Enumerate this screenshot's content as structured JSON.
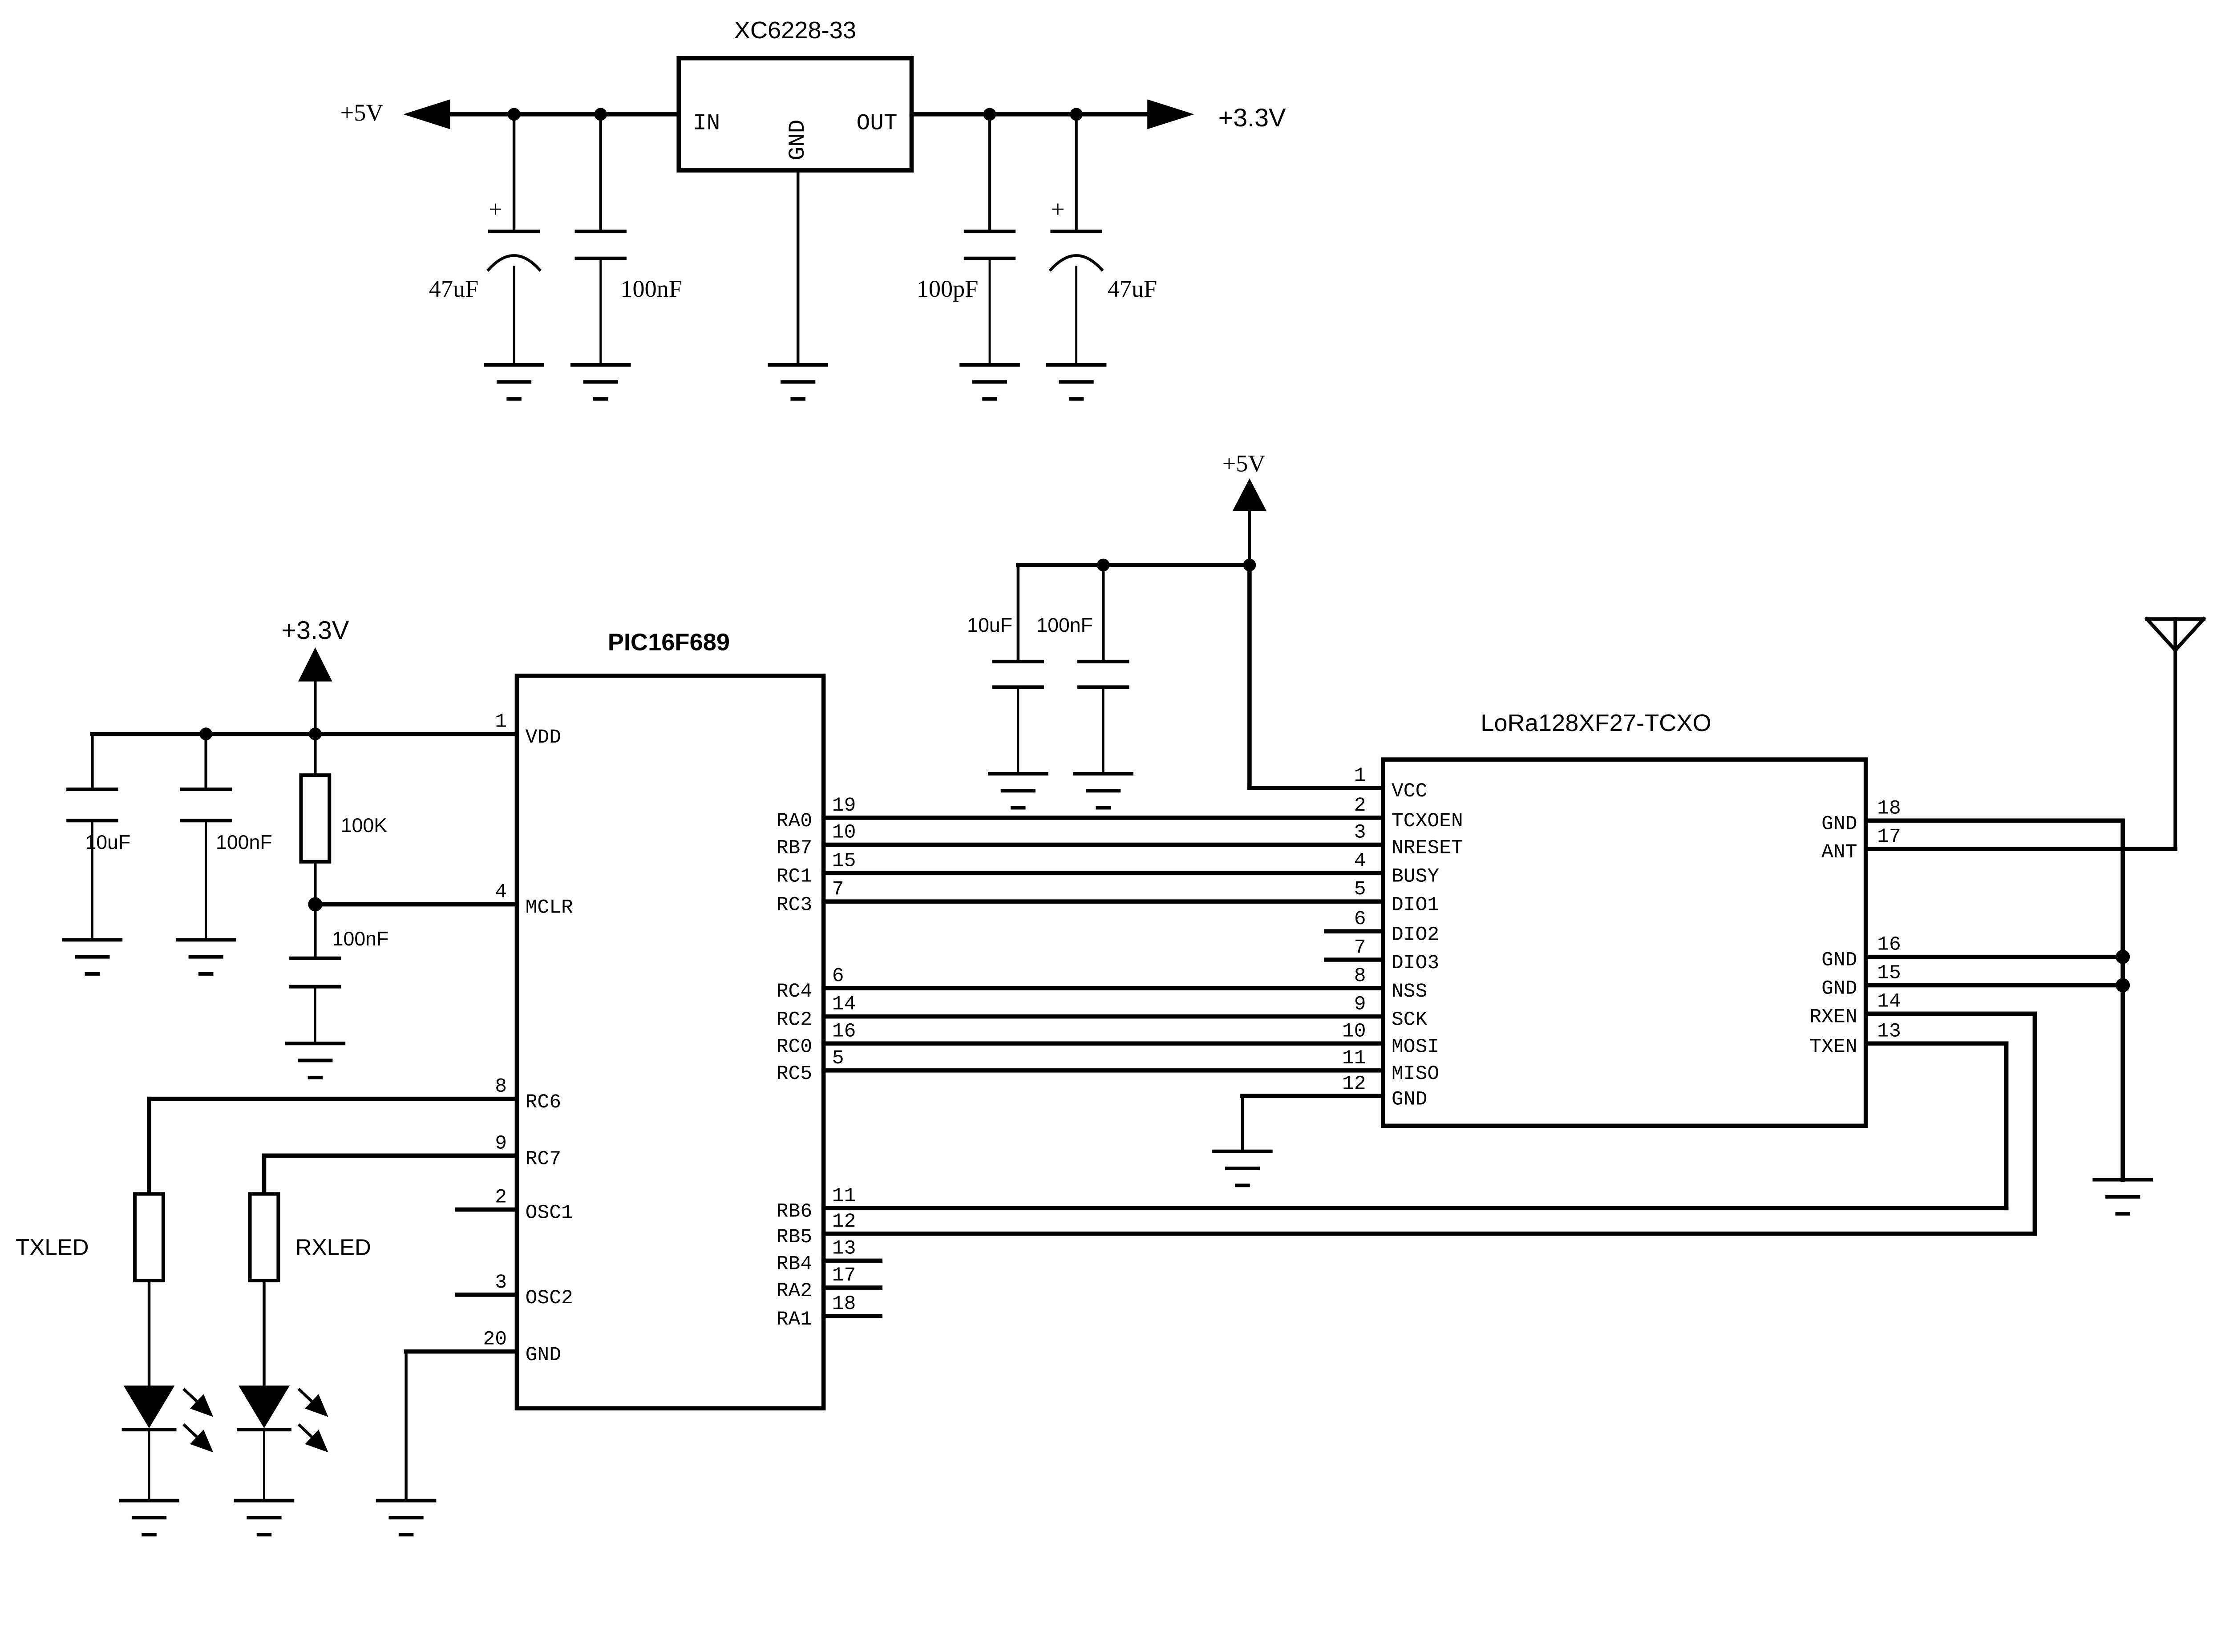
{
  "colors": {
    "ink": "#000000",
    "paper": "#ffffff"
  },
  "regulator": {
    "title": "XC6228-33",
    "pin_in": "IN",
    "pin_gnd": "GND",
    "pin_out": "OUT",
    "input_rail": "+5V",
    "output_rail": "+3.3V",
    "plus": "+",
    "caps": [
      {
        "value": "47uF",
        "polarized": true
      },
      {
        "value": "100nF",
        "polarized": false
      },
      {
        "value": "100pF",
        "polarized": false
      },
      {
        "value": "47uF",
        "polarized": true
      }
    ]
  },
  "supply33": {
    "label": "+3.3V",
    "cap1": "10uF",
    "cap2": "100nF",
    "resistor": "100K",
    "cap3": "100nF"
  },
  "supply5": {
    "label": "+5V",
    "cap1": "10uF",
    "cap2": "100nF"
  },
  "leds": {
    "tx": "TXLED",
    "rx": "RXLED"
  },
  "mcu": {
    "title": "PIC16F689",
    "left_pins": [
      {
        "num": "1",
        "name": "VDD"
      },
      {
        "num": "4",
        "name": "MCLR"
      },
      {
        "num": "8",
        "name": "RC6"
      },
      {
        "num": "9",
        "name": "RC7"
      },
      {
        "num": "2",
        "name": "OSC1"
      },
      {
        "num": "3",
        "name": "OSC2"
      },
      {
        "num": "20",
        "name": "GND"
      }
    ],
    "right_pins": [
      {
        "num": "19",
        "name": "RA0"
      },
      {
        "num": "10",
        "name": "RB7"
      },
      {
        "num": "15",
        "name": "RC1"
      },
      {
        "num": "7",
        "name": "RC3"
      },
      {
        "num": "6",
        "name": "RC4"
      },
      {
        "num": "14",
        "name": "RC2"
      },
      {
        "num": "16",
        "name": "RC0"
      },
      {
        "num": "5",
        "name": "RC5"
      },
      {
        "num": "11",
        "name": "RB6"
      },
      {
        "num": "12",
        "name": "RB5"
      },
      {
        "num": "13",
        "name": "RB4"
      },
      {
        "num": "17",
        "name": "RA2"
      },
      {
        "num": "18",
        "name": "RA1"
      }
    ]
  },
  "lora": {
    "title": "LoRa128XF27-TCXO",
    "left_pins": [
      {
        "num": "1",
        "name": "VCC"
      },
      {
        "num": "2",
        "name": "TCXOEN"
      },
      {
        "num": "3",
        "name": "NRESET"
      },
      {
        "num": "4",
        "name": "BUSY"
      },
      {
        "num": "5",
        "name": "DIO1"
      },
      {
        "num": "6",
        "name": "DIO2"
      },
      {
        "num": "7",
        "name": "DIO3"
      },
      {
        "num": "8",
        "name": "NSS"
      },
      {
        "num": "9",
        "name": "SCK"
      },
      {
        "num": "10",
        "name": "MOSI"
      },
      {
        "num": "11",
        "name": "MISO"
      },
      {
        "num": "12",
        "name": "GND"
      }
    ],
    "right_pins": [
      {
        "num": "18",
        "name": "GND"
      },
      {
        "num": "17",
        "name": "ANT"
      },
      {
        "num": "16",
        "name": "GND"
      },
      {
        "num": "15",
        "name": "GND"
      },
      {
        "num": "14",
        "name": "RXEN"
      },
      {
        "num": "13",
        "name": "TXEN"
      }
    ]
  }
}
